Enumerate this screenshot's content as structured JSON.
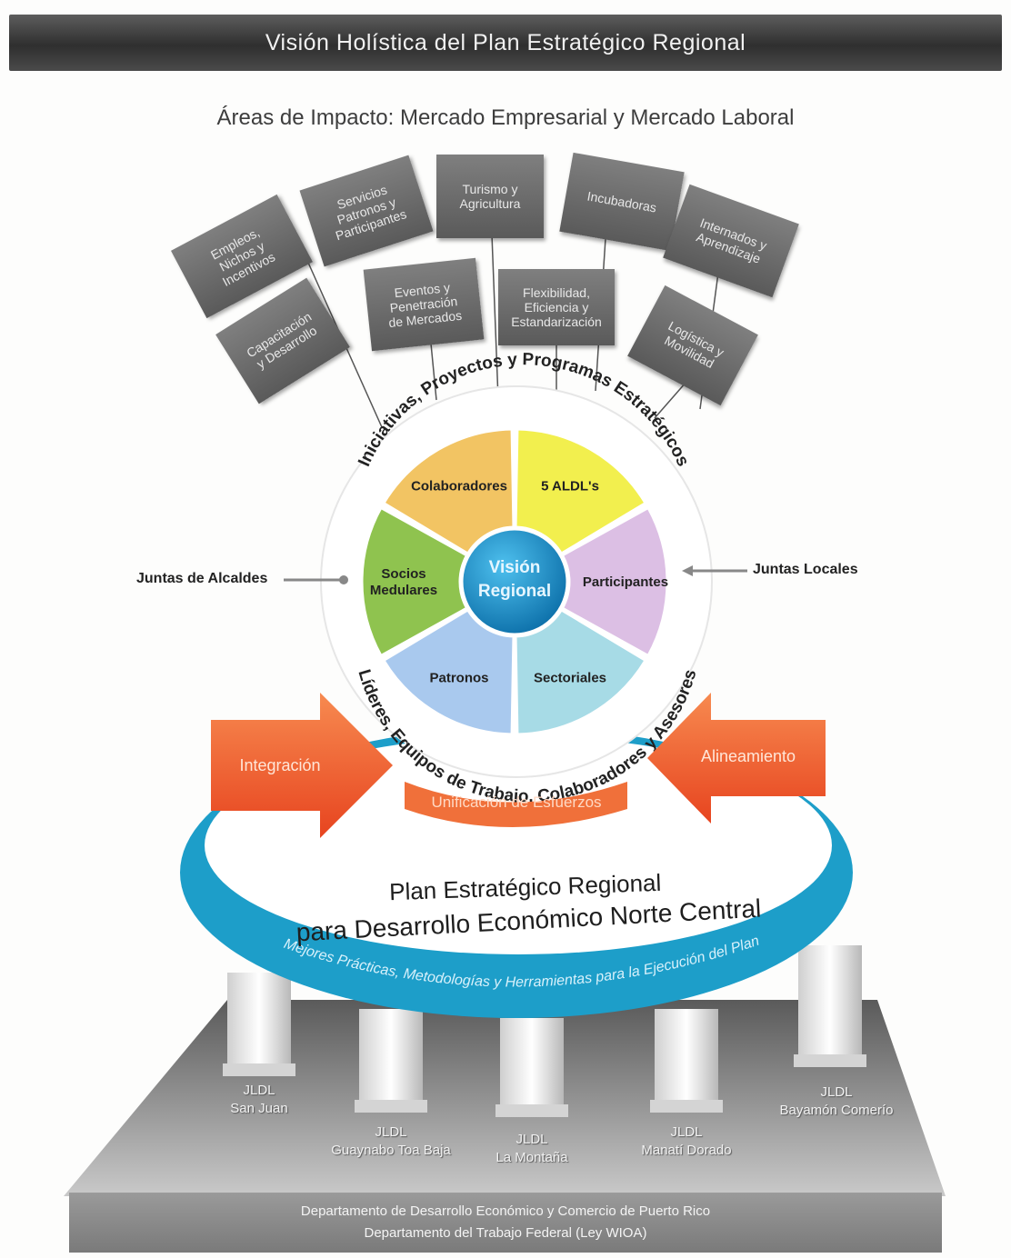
{
  "title": "Visión Holística del Plan Estratégico Regional",
  "subtitle": "Áreas de Impacto: Mercado Empresarial y Mercado Laboral",
  "impact_boxes": [
    "Empleos,\nNichos y\nIncentivos",
    "Servicios\nPatronos y\nParticipantes",
    "Turismo y\nAgricultura",
    "Incubadoras",
    "Internados y\nAprendizaje",
    "Capacitación\ny Desarrollo",
    "Eventos y\nPenetración\nde Mercados",
    "Flexibilidad,\nEficiencia y\nEstandarización",
    "Logística y\nMovilidad"
  ],
  "wheel": {
    "center": "Visión\nRegional",
    "top_arc": "Iniciativas, Proyectos y Programas Estratégicos",
    "bottom_arc": "Líderes, Equipos de Trabajo, Colaboradores y Asesores",
    "segments": [
      {
        "label": "5 ALDL's",
        "color": "#f2ef4e"
      },
      {
        "label": "Participantes",
        "color": "#dcbfe4"
      },
      {
        "label": "Sectoriales",
        "color": "#a7dbe6"
      },
      {
        "label": "Patronos",
        "color": "#a9c9ee"
      },
      {
        "label": "Socios\nMedulares",
        "color": "#8fc34f"
      },
      {
        "label": "Colaboradores",
        "color": "#f2c463"
      }
    ]
  },
  "left_label": "Juntas de Alcaldes",
  "right_label": "Juntas Locales",
  "arrow_left": "Integración",
  "arrow_right": "Alineamiento",
  "unification": "Unificación de Esfuerzos",
  "plan_line1": "Plan Estratégico Regional",
  "plan_line2": "para Desarrollo Económico Norte Central",
  "ring_text": "Mejores Prácticas, Metodologías y Herramientas para la Ejecución del Plan",
  "pillars": [
    "JLDL\nSan Juan",
    "JLDL\nGuaynabo Toa Baja",
    "JLDL\nLa Montaña",
    "JLDL\nManatí Dorado",
    "JLDL\nBayamón Comerío"
  ],
  "footer_line1": "Departamento de Desarrollo Económico y Comercio de Puerto Rico",
  "footer_line2": "Departamento del Trabajo Federal (Ley WIOA)",
  "colors": {
    "orange": "#ef5a2a",
    "ring": "#1d9ec9",
    "center": "#1e8fc9"
  }
}
